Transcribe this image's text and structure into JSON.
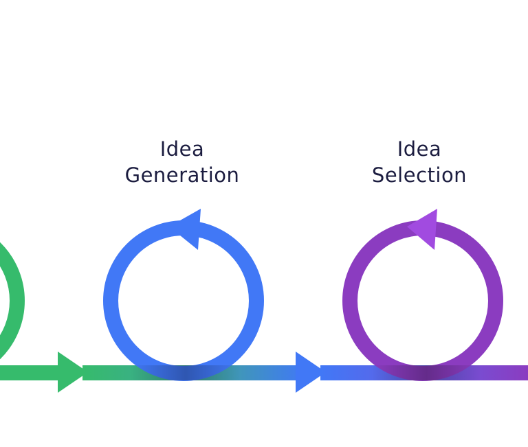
{
  "stages": [
    {
      "line1": "Idea",
      "line2": "Generation",
      "color": "#4178f6"
    },
    {
      "line1": "Idea",
      "line2": "Selection",
      "color": "#8b3cc0"
    }
  ],
  "colors": {
    "green": "#36bb6c",
    "teal": "#3fa0a6",
    "blue": "#4178f6",
    "blue_dark": "#2f4fb8",
    "purple": "#8b3cc0",
    "purple_light": "#a14be0"
  }
}
